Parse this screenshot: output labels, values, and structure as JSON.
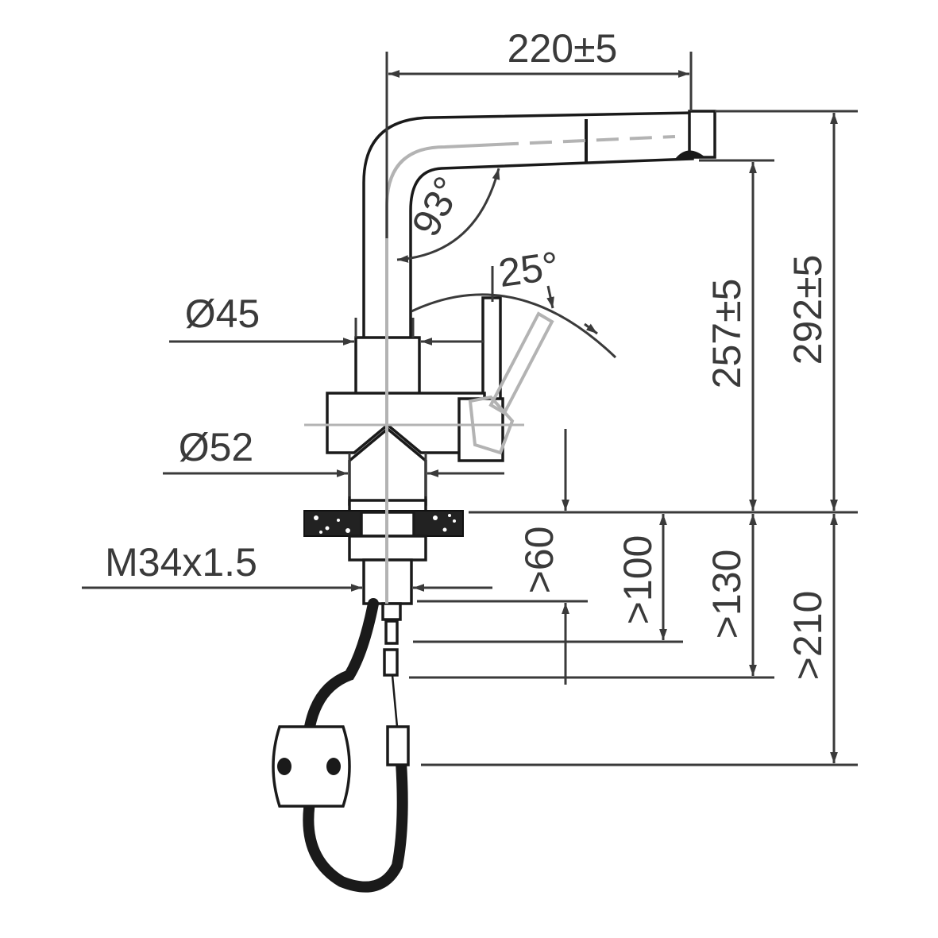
{
  "dimensions": {
    "spout_reach": "220±5",
    "spout_angle": "93°",
    "lever_angle": "25°",
    "body_diameter_upper": "Ø45",
    "body_diameter_lower": "Ø52",
    "thread": "M34x1.5",
    "outlet_height": "257±5",
    "total_height": "292±5",
    "min_60": ">60",
    "min_100": ">100",
    "min_130": ">130",
    "min_210": ">210"
  },
  "colors": {
    "line": "#3a3a3a",
    "body": "#1a1a1a",
    "ghost": "#b3b3b3"
  }
}
